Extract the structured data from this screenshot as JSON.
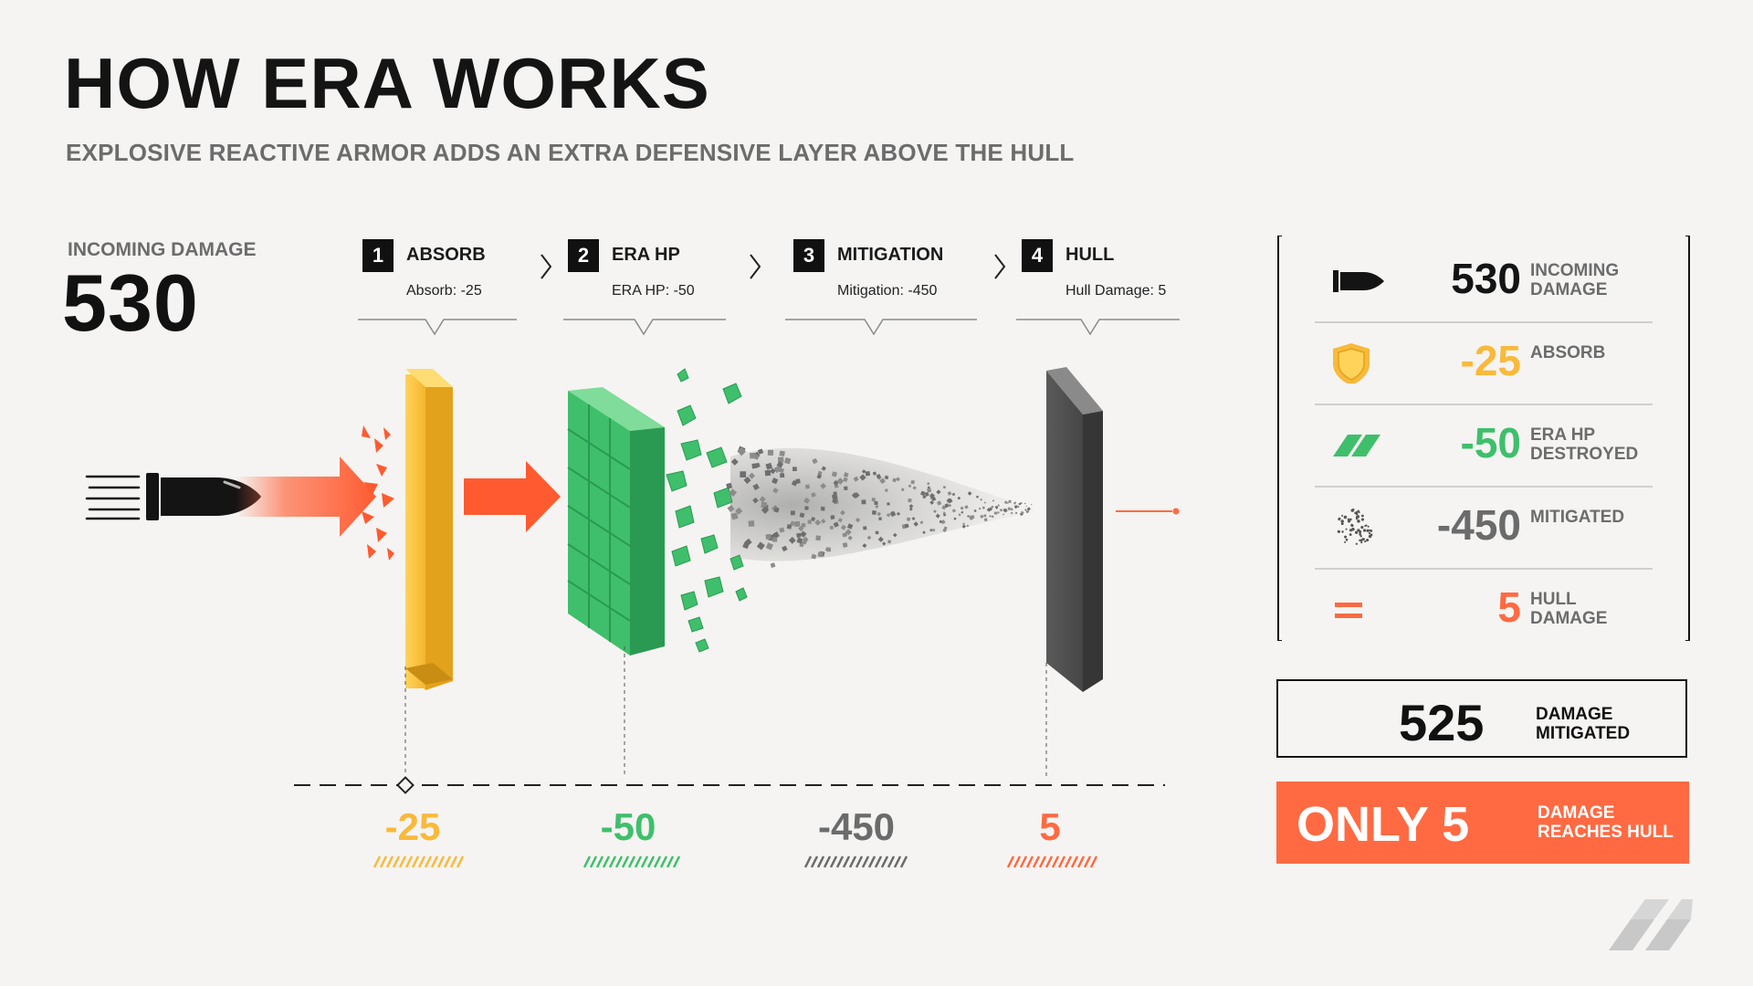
{
  "header": {
    "title": "HOW ERA WORKS",
    "subtitle": "EXPLOSIVE REACTIVE ARMOR ADDS AN EXTRA DEFENSIVE LAYER ABOVE THE HULL"
  },
  "incoming": {
    "label": "INCOMING DAMAGE",
    "value": "530"
  },
  "steps": [
    {
      "num": "1",
      "name": "ABSORB",
      "detail": "Absorb: -25"
    },
    {
      "num": "2",
      "name": "ERA HP",
      "detail": "ERA HP: -50"
    },
    {
      "num": "3",
      "name": "MITIGATION",
      "detail": "Mitigation: -450"
    },
    {
      "num": "4",
      "name": "HULL",
      "detail": "Hull Damage: 5"
    }
  ],
  "bottom_values": [
    "-25",
    "-50",
    "-450",
    "5"
  ],
  "summary": [
    {
      "icon": "bullet-icon",
      "value": "530",
      "label": "INCOMING DAMAGE",
      "color": "#141414"
    },
    {
      "icon": "shield-icon",
      "value": "-25",
      "label": "ABSORB",
      "color": "#f9b93a"
    },
    {
      "icon": "era-tiles-icon",
      "value": "-50",
      "label": "ERA HP DESTROYED",
      "color": "#3fbf6b"
    },
    {
      "icon": "particles-icon",
      "value": "-450",
      "label": "MITIGATED",
      "color": "#6b6b6b"
    },
    {
      "icon": "equals-icon",
      "value": "5",
      "label": "HULL DAMAGE",
      "color": "#ff6a42"
    }
  ],
  "mitigated": {
    "value": "525",
    "label": "DAMAGE MITIGATED"
  },
  "final": {
    "value": "ONLY 5",
    "label": "DAMAGE REACHES HULL"
  },
  "colors": {
    "absorb": "#f9b93a",
    "era": "#3fbf6b",
    "mitigation": "#6b6b6b",
    "hull": "#ff6a42",
    "ink": "#141414",
    "background": "#f5f4f2"
  }
}
